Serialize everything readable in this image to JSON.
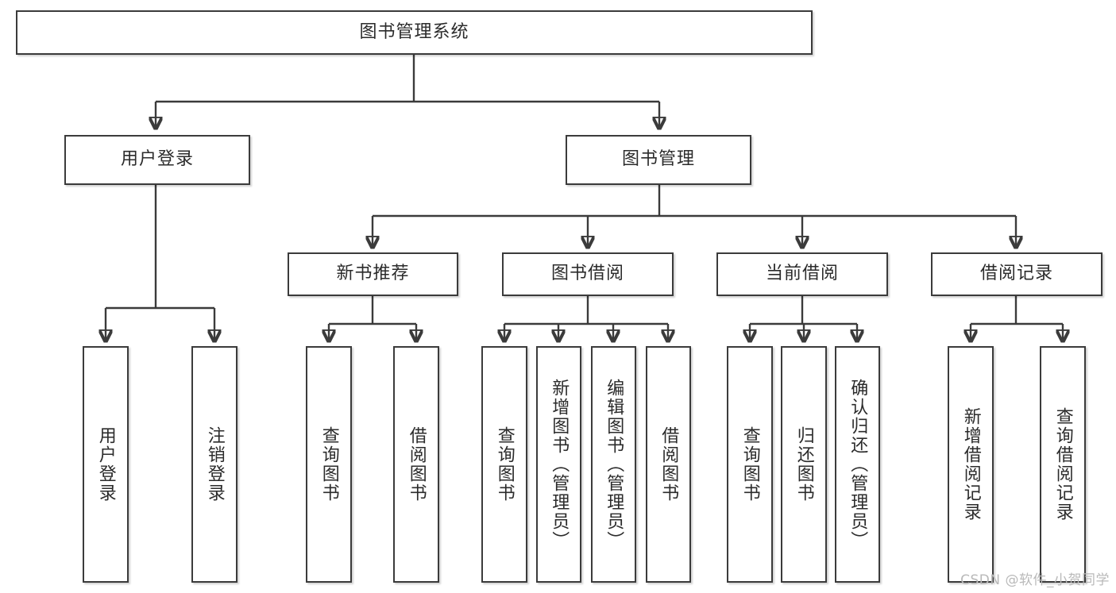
{
  "diagram": {
    "title": "图书管理系统",
    "type": "tree-hierarchy-diagram",
    "colors": {
      "box_border": "#3b3b3b",
      "box_fill": "#ffffff",
      "text": "#2b2b2b",
      "edge": "#3b3b3b",
      "watermark": "#b9b9b9",
      "background": "#ffffff"
    },
    "root": {
      "label": "图书管理系统"
    },
    "level2": [
      {
        "label": "用户登录"
      },
      {
        "label": "图书管理"
      }
    ],
    "level3": [
      {
        "label": "新书推荐"
      },
      {
        "label": "图书借阅"
      },
      {
        "label": "当前借阅"
      },
      {
        "label": "借阅记录"
      }
    ],
    "leaves": {
      "user_login": [
        {
          "label": "用户登录"
        },
        {
          "label": "注销登录"
        }
      ],
      "new_book_recommend": [
        {
          "label": "查询图书"
        },
        {
          "label": "借阅图书"
        }
      ],
      "book_borrow": [
        {
          "label": "查询图书"
        },
        {
          "label": "新增图书（管理员）"
        },
        {
          "label": "编辑图书（管理员）"
        },
        {
          "label": "借阅图书"
        }
      ],
      "current_borrow": [
        {
          "label": "查询图书"
        },
        {
          "label": "归还图书"
        },
        {
          "label": "确认归还（管理员）"
        }
      ],
      "borrow_record": [
        {
          "label": "新增借阅记录"
        },
        {
          "label": "查询借阅记录"
        }
      ]
    }
  },
  "watermark": {
    "text": "CSDN @软件_小贺同学"
  }
}
